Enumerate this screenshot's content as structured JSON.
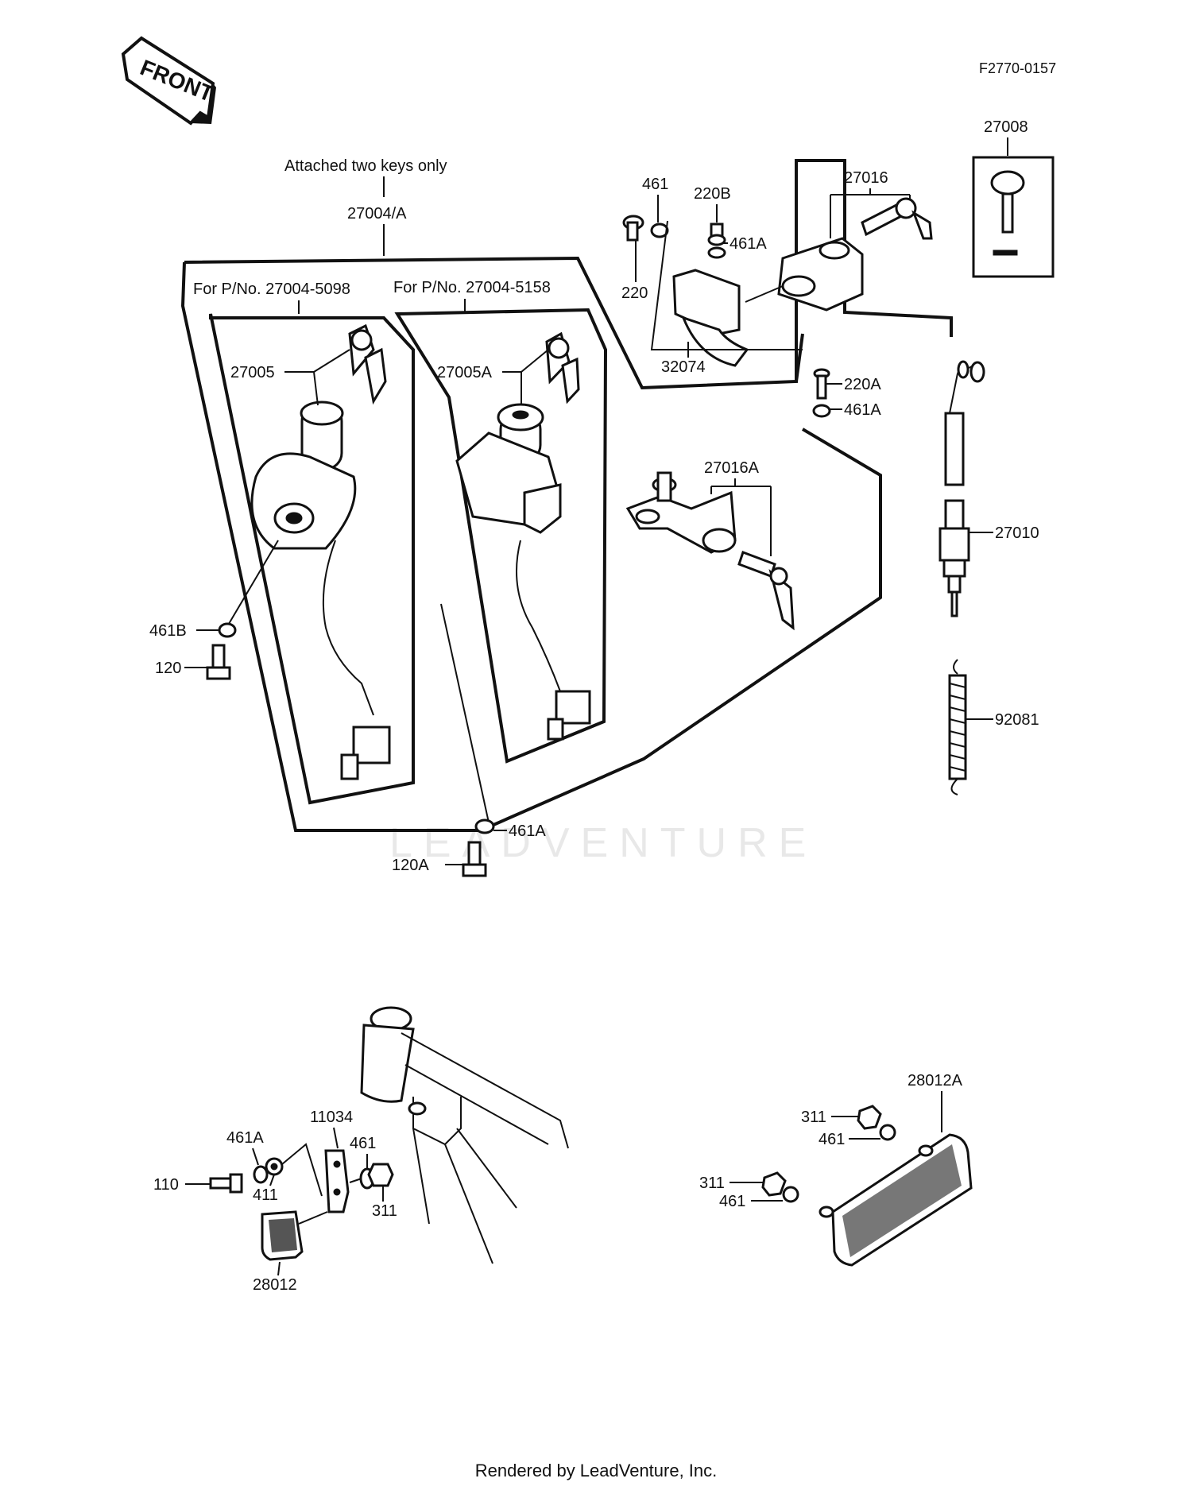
{
  "header": {
    "front_label": "FRONT",
    "drawing_number": "F2770-0157"
  },
  "notes": {
    "attached_keys": "Attached two keys only",
    "kit_number": "27004/A",
    "for_pn_1": "For P/No. 27004-5098",
    "for_pn_2": "For P/No. 27004-5158"
  },
  "callouts": {
    "p27008": "27008",
    "p461_top": "461",
    "p220B": "220B",
    "p27016": "27016",
    "p461A_top": "461A",
    "p220": "220",
    "p32074": "32074",
    "p27005": "27005",
    "p27005A": "27005A",
    "p220A": "220A",
    "p461A_mid": "461A",
    "p27016A": "27016A",
    "p27010": "27010",
    "p461B": "461B",
    "p120": "120",
    "p92081": "92081",
    "p461A_low": "461A",
    "p120A": "120A",
    "p28012A": "28012A",
    "p11034": "11034",
    "p311_r1": "311",
    "p461_r1": "461",
    "p461A_lb": "461A",
    "p461_lb": "461",
    "p110": "110",
    "p411": "411",
    "p311_lb": "311",
    "p311_r2": "311",
    "p461_r2": "461",
    "p28012": "28012"
  },
  "watermark": "LEADVENTURE",
  "footer": "Rendered by LeadVenture, Inc."
}
